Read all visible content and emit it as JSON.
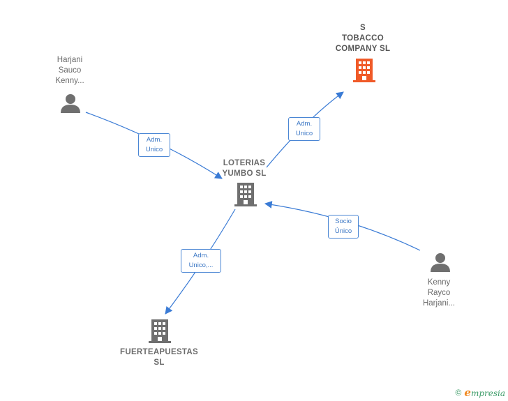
{
  "nodes": {
    "harjani_sauco": {
      "lines": [
        "Harjani",
        "Sauco",
        "Kenny..."
      ],
      "type": "person"
    },
    "s_tobacco": {
      "lines": [
        "S",
        "TOBACCO",
        "COMPANY  SL"
      ],
      "type": "company",
      "color": "#f05a28"
    },
    "loterias": {
      "lines": [
        "LOTERIAS",
        "YUMBO  SL"
      ],
      "type": "company",
      "color": "#6f6f6f"
    },
    "kenny_rayco": {
      "lines": [
        "Kenny",
        "Rayco",
        "Harjani..."
      ],
      "type": "person"
    },
    "fuerteapuestas": {
      "lines": [
        "FUERTEAPUESTAS",
        "SL"
      ],
      "type": "company",
      "color": "#6f6f6f"
    }
  },
  "edges": [
    {
      "from": "harjani_sauco",
      "to": "loterias",
      "label": [
        "Adm.",
        "Unico"
      ]
    },
    {
      "from": "loterias",
      "to": "s_tobacco",
      "label": [
        "Adm.",
        "Unico"
      ]
    },
    {
      "from": "kenny_rayco",
      "to": "loterias",
      "label": [
        "Socio",
        "Único"
      ]
    },
    {
      "from": "loterias",
      "to": "fuerteapuestas",
      "label": [
        "Adm.",
        "Unico,..."
      ]
    }
  ],
  "colors": {
    "edge": "#3a7bd5",
    "person": "#6f6f6f",
    "focus_company": "#f05a28"
  },
  "footer": {
    "copyright": "©",
    "brand_e": "e",
    "brand_rest": "mpresia"
  }
}
